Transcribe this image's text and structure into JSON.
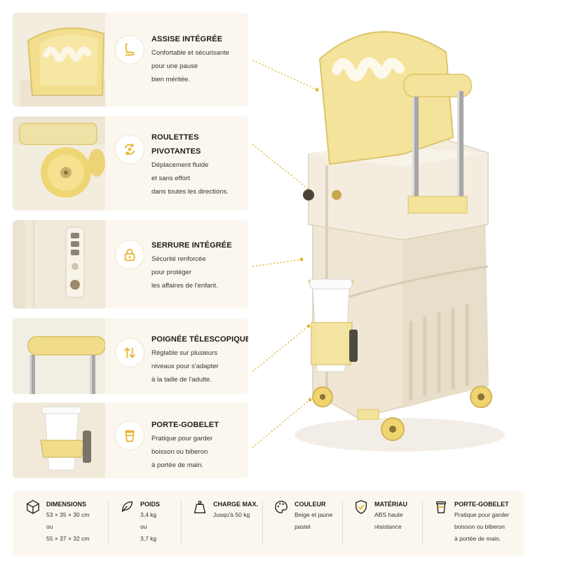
{
  "features": [
    {
      "title": "ASSISE INTÉGRÉE",
      "title2": "",
      "lines": [
        "Confortable et sécurisante",
        "pour une pause",
        "bien méritée."
      ],
      "icon": "seat-icon"
    },
    {
      "title": "ROULETTES",
      "title2": "PIVOTANTES",
      "lines": [
        "Déplacement fluide",
        "et sans effort",
        "dans toutes les directions."
      ],
      "icon": "rotate-arrows-icon"
    },
    {
      "title": "SERRURE INTÉGRÉE",
      "title2": "",
      "lines": [
        "Sécurité renforcée",
        "pour protéger",
        "les affaires de l'enfant."
      ],
      "icon": "padlock-icon"
    },
    {
      "title": "POIGNÉE TÉLESCOPIQUE",
      "title2": "",
      "lines": [
        "Réglable sur plusieurs",
        "niveaux pour s'adapter",
        "à la taille de l'adulte."
      ],
      "icon": "up-down-arrows-icon"
    },
    {
      "title": "PORTE-GOBELET",
      "title2": "",
      "lines": [
        "Pratique pour garder",
        "boisson ou biberon",
        "à portée de main."
      ],
      "icon": "cup-icon"
    }
  ],
  "specs": [
    {
      "title": "DIMENSIONS",
      "lines": [
        "53 × 35 × 30 cm",
        "ou",
        "55 × 37 × 32 cm"
      ],
      "icon": "box-icon"
    },
    {
      "title": "POIDS",
      "lines": [
        "3,4 kg",
        "ou",
        "3,7 kg"
      ],
      "icon": "feather-icon"
    },
    {
      "title": "CHARGE MAX.",
      "lines": [
        "Jusqu'à 50 kg"
      ],
      "icon": "weight-icon"
    },
    {
      "title": "COULEUR",
      "lines": [
        "Beige et jaune",
        "pastel"
      ],
      "icon": "palette-icon"
    },
    {
      "title": "MATÉRIAU",
      "lines": [
        "ABS haute",
        "résistance"
      ],
      "icon": "shield-check-icon"
    },
    {
      "title": "PORTE-GOBELET",
      "lines": [
        "Pratique pour garder",
        "boisson ou biberon",
        "à portée de main."
      ],
      "icon": "cup-icon"
    }
  ],
  "colors": {
    "accent": "#e7b52e",
    "pastel_yellow": "#f4e39a",
    "beige": "#efe6d6",
    "card_bg": "#fbf7ef"
  }
}
